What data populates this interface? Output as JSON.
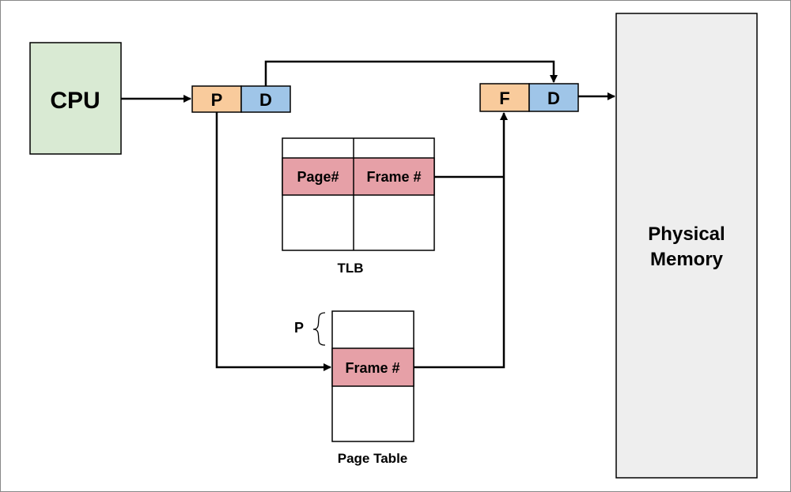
{
  "cpu": {
    "label": "CPU",
    "fill": "#d9ead3"
  },
  "logical_address": {
    "page": "P",
    "offset": "D"
  },
  "physical_address": {
    "frame": "F",
    "offset": "D"
  },
  "tlb": {
    "caption": "TLB",
    "page_header": "Page#",
    "frame_header": "Frame #"
  },
  "page_table": {
    "caption": "Page Table",
    "index_label": "P",
    "entry_label": "Frame #"
  },
  "memory": {
    "label_line1": "Physical",
    "label_line2": "Memory",
    "fill": "#eeeeee"
  },
  "colors": {
    "page_cell": "#f9cb9c",
    "offset_cell": "#9fc5e8",
    "highlight_row": "#e6a0a7",
    "frame_border": "#888888"
  }
}
